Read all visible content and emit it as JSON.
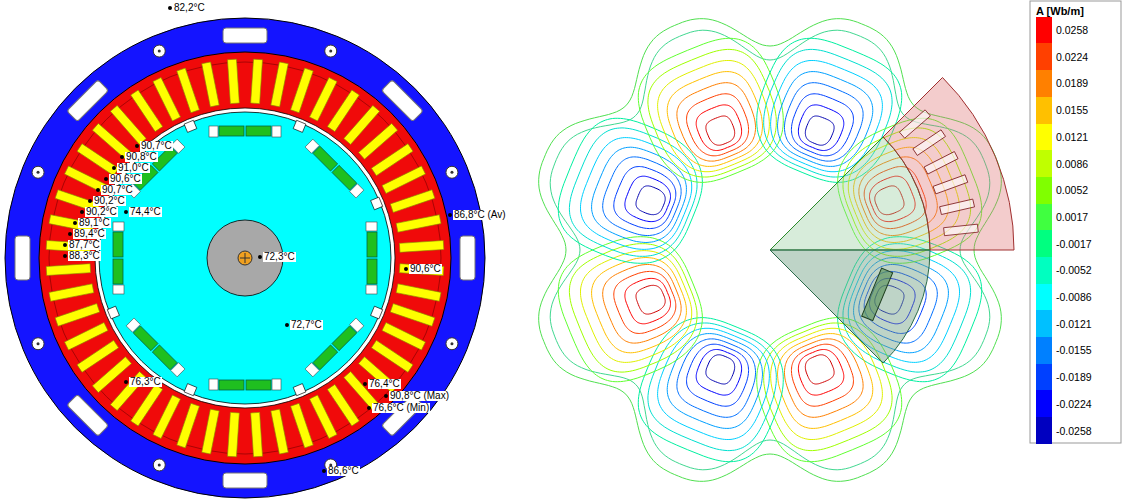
{
  "diagram": {
    "labels": [
      "82,2°C",
      "90,7°C",
      "90,8°C",
      "91,0°C",
      "90,6°C",
      "90,7°C",
      "90,2°C",
      "90,2°C",
      "89,1°C",
      "89,4°C",
      "87,7°C",
      "88,3°C",
      "74,4°C",
      "72,3°C",
      "86,8°C (Av)",
      "90,6°C",
      "72,7°C",
      "76,3°C",
      "76,4°C",
      "90,8°C (Max)",
      "76,6°C (Min)",
      "86,6°C",
      "A [Wb/m]"
    ],
    "legend": [
      {
        "text": "0.0258",
        "color": "#ff0000"
      },
      {
        "text": "0.0224",
        "color": "#ff4000"
      },
      {
        "text": "0.0189",
        "color": "#ff8000"
      },
      {
        "text": "0.0155",
        "color": "#ffc000"
      },
      {
        "text": "0.0121",
        "color": "#ffff00"
      },
      {
        "text": "0.0086",
        "color": "#c0ff00"
      },
      {
        "text": "0.0052",
        "color": "#80ff00"
      },
      {
        "text": "0.0017",
        "color": "#40ff40"
      },
      {
        "text": "-0.0017",
        "color": "#00ff80"
      },
      {
        "text": "-0.0052",
        "color": "#00ffc0"
      },
      {
        "text": "-0.0086",
        "color": "#00ffff"
      },
      {
        "text": "-0.0121",
        "color": "#00c0ff"
      },
      {
        "text": "-0.0155",
        "color": "#0080ff"
      },
      {
        "text": "-0.0189",
        "color": "#0040ff"
      },
      {
        "text": "-0.0224",
        "color": "#0000ff"
      },
      {
        "text": "-0.0258",
        "color": "#0000c0"
      }
    ]
  }
}
